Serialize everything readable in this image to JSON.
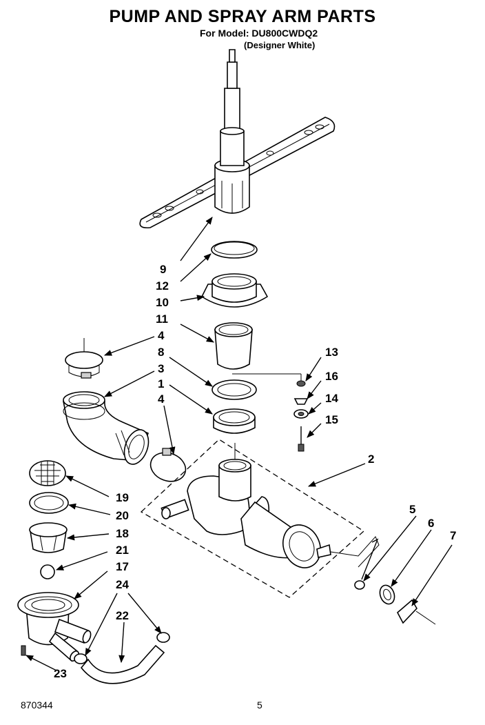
{
  "header": {
    "title": "PUMP AND SPRAY ARM PARTS",
    "model_line": "For Model: DU800CWDQ2",
    "color_line": "(Designer White)"
  },
  "footer": {
    "doc_number": "870344",
    "page_number": "5"
  },
  "callouts": [
    {
      "id": "c9",
      "label": "9"
    },
    {
      "id": "c12",
      "label": "12"
    },
    {
      "id": "c10",
      "label": "10"
    },
    {
      "id": "c11",
      "label": "11"
    },
    {
      "id": "c4a",
      "label": "4"
    },
    {
      "id": "c8",
      "label": "8"
    },
    {
      "id": "c3",
      "label": "3"
    },
    {
      "id": "c1",
      "label": "1"
    },
    {
      "id": "c4b",
      "label": "4"
    },
    {
      "id": "c13",
      "label": "13"
    },
    {
      "id": "c16",
      "label": "16"
    },
    {
      "id": "c14",
      "label": "14"
    },
    {
      "id": "c15",
      "label": "15"
    },
    {
      "id": "c2",
      "label": "2"
    },
    {
      "id": "c5",
      "label": "5"
    },
    {
      "id": "c6",
      "label": "6"
    },
    {
      "id": "c7",
      "label": "7"
    },
    {
      "id": "c19",
      "label": "19"
    },
    {
      "id": "c20",
      "label": "20"
    },
    {
      "id": "c18",
      "label": "18"
    },
    {
      "id": "c21",
      "label": "21"
    },
    {
      "id": "c17",
      "label": "17"
    },
    {
      "id": "c24",
      "label": "24"
    },
    {
      "id": "c22",
      "label": "22"
    },
    {
      "id": "c23",
      "label": "23"
    }
  ]
}
